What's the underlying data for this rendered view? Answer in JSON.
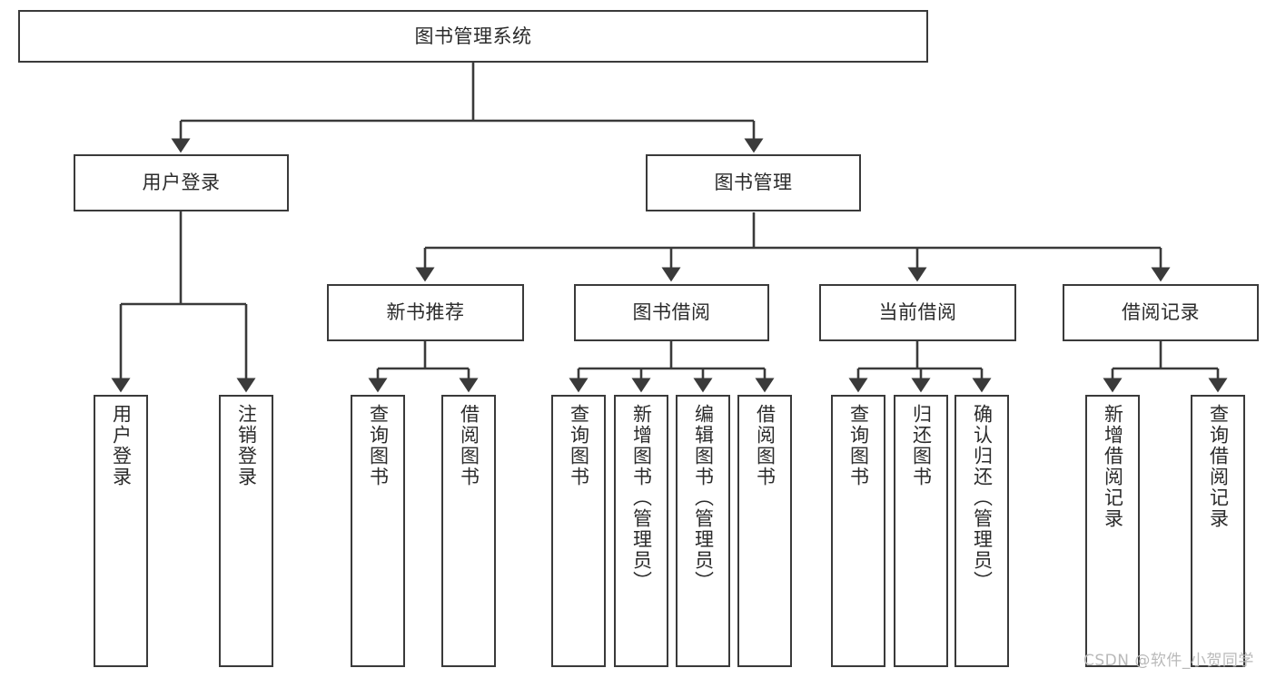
{
  "diagram": {
    "type": "tree-hierarchy-chart",
    "title": "图书管理系统",
    "orientation": "top-down",
    "colors": {
      "box_border": "#3a3a3a",
      "box_fill": "#ffffff",
      "edge": "#3a3a3a",
      "text": "#2b2b2b",
      "watermark": "#b9b9b9",
      "background": "#ffffff"
    }
  },
  "nodes": {
    "root": {
      "label": "图书管理系统",
      "level": 0,
      "orientation": "horizontal"
    },
    "user_login": {
      "label": "用户登录",
      "level": 1,
      "orientation": "horizontal"
    },
    "book_manage": {
      "label": "图书管理",
      "level": 1,
      "orientation": "horizontal"
    },
    "new_book_rec": {
      "label": "新书推荐",
      "level": 2,
      "orientation": "horizontal"
    },
    "book_borrow": {
      "label": "图书借阅",
      "level": 2,
      "orientation": "horizontal"
    },
    "current_borrow": {
      "label": "当前借阅",
      "level": 2,
      "orientation": "horizontal"
    },
    "borrow_record": {
      "label": "借阅记录",
      "level": 2,
      "orientation": "horizontal"
    },
    "leaf_user_login": {
      "label": "用户登录",
      "level": 2,
      "orientation": "vertical"
    },
    "leaf_logout": {
      "label": "注销登录",
      "level": 2,
      "orientation": "vertical"
    },
    "leaf_rec_query": {
      "label": "查询图书",
      "level": 3,
      "orientation": "vertical"
    },
    "leaf_rec_borrow": {
      "label": "借阅图书",
      "level": 3,
      "orientation": "vertical"
    },
    "leaf_borrow_query": {
      "label": "查询图书",
      "level": 3,
      "orientation": "vertical"
    },
    "leaf_borrow_add": {
      "label": "新增图书（管理员）",
      "level": 3,
      "orientation": "vertical"
    },
    "leaf_borrow_edit": {
      "label": "编辑图书（管理员）",
      "level": 3,
      "orientation": "vertical"
    },
    "leaf_borrow_lend": {
      "label": "借阅图书",
      "level": 3,
      "orientation": "vertical"
    },
    "leaf_cur_query": {
      "label": "查询图书",
      "level": 3,
      "orientation": "vertical"
    },
    "leaf_cur_return": {
      "label": "归还图书",
      "level": 3,
      "orientation": "vertical"
    },
    "leaf_cur_confirm": {
      "label": "确认归还（管理员）",
      "level": 3,
      "orientation": "vertical"
    },
    "leaf_rec_add": {
      "label": "新增借阅记录",
      "level": 3,
      "orientation": "vertical"
    },
    "leaf_rec_query2": {
      "label": "查询借阅记录",
      "level": 3,
      "orientation": "vertical"
    }
  },
  "hierarchy": [
    {
      "label": "图书管理系统",
      "children": [
        {
          "label": "用户登录",
          "children": [
            {
              "label": "用户登录"
            },
            {
              "label": "注销登录"
            }
          ]
        },
        {
          "label": "图书管理",
          "children": [
            {
              "label": "新书推荐",
              "children": [
                {
                  "label": "查询图书"
                },
                {
                  "label": "借阅图书"
                }
              ]
            },
            {
              "label": "图书借阅",
              "children": [
                {
                  "label": "查询图书"
                },
                {
                  "label": "新增图书（管理员）"
                },
                {
                  "label": "编辑图书（管理员）"
                },
                {
                  "label": "借阅图书"
                }
              ]
            },
            {
              "label": "当前借阅",
              "children": [
                {
                  "label": "查询图书"
                },
                {
                  "label": "归还图书"
                },
                {
                  "label": "确认归还（管理员）"
                }
              ]
            },
            {
              "label": "借阅记录",
              "children": [
                {
                  "label": "新增借阅记录"
                },
                {
                  "label": "查询借阅记录"
                }
              ]
            }
          ]
        }
      ]
    }
  ],
  "watermark": {
    "text": "CSDN @软件_小贺同学"
  }
}
